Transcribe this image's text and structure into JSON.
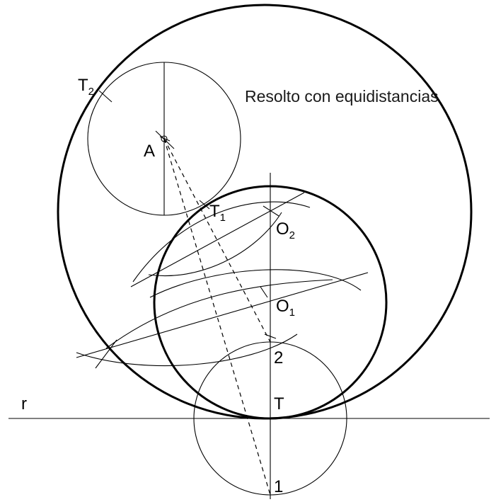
{
  "diagram": {
    "title": "Resolto con equidistancias",
    "labels": {
      "T2": "T",
      "T2_sub": "2",
      "A": "A",
      "T1": "T",
      "T1_sub": "1",
      "O2": "O",
      "O2_sub": "2",
      "O1": "O",
      "O1_sub": "1",
      "point2": "2",
      "r": "r",
      "T": "T",
      "point1": "1"
    },
    "colors": {
      "stroke": "#000000",
      "background": "#ffffff"
    }
  }
}
